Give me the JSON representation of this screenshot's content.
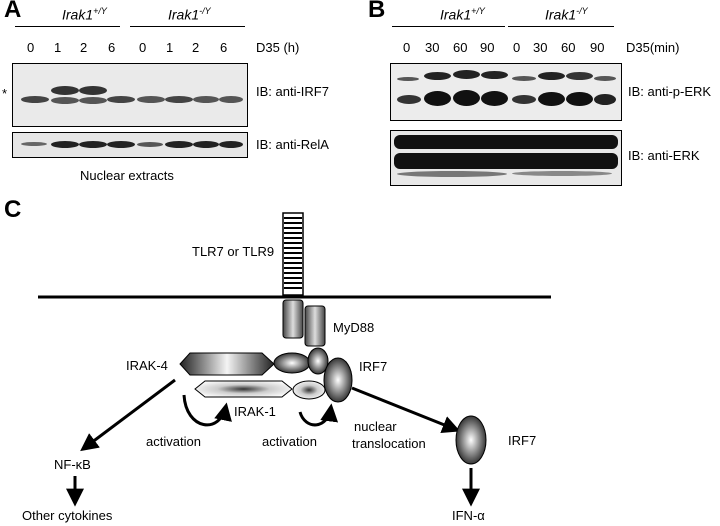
{
  "panel_a": {
    "letter": "A",
    "genotype_wt_base": "Irak1",
    "genotype_wt_sup": "+/Y",
    "genotype_ko_base": "Irak1",
    "genotype_ko_sup": "-/Y",
    "timepoints": [
      "0",
      "1",
      "2",
      "6",
      "0",
      "1",
      "2",
      "6"
    ],
    "treatment_label": "D35 (h)",
    "asterisk": "*",
    "blot1_label": "IB: anti-IRF7",
    "blot2_label": "IB: anti-RelA",
    "caption": "Nuclear extracts"
  },
  "panel_b": {
    "letter": "B",
    "genotype_wt_base": "Irak1",
    "genotype_wt_sup": "+/Y",
    "genotype_ko_base": "Irak1",
    "genotype_ko_sup": "-/Y",
    "timepoints": [
      "0",
      "30",
      "60",
      "90",
      "0",
      "30",
      "60",
      "90"
    ],
    "treatment_label": "D35(min)",
    "blot1_label": "IB: anti-p-ERK",
    "blot2_label": "IB: anti-ERK"
  },
  "panel_c": {
    "letter": "C",
    "receptor": "TLR7 or TLR9",
    "myd88": "MyD88",
    "irak4": "IRAK-4",
    "irak1": "IRAK-1",
    "irf7_complex": "IRF7",
    "irf7_nuclear": "IRF7",
    "activation_1": "activation",
    "activation_2": "activation",
    "nuclear_1": "nuclear",
    "nuclear_2": "translocation",
    "nfkb": "NF-κB",
    "other_cytokines": "Other cytokines",
    "ifn": "IFN-α"
  }
}
